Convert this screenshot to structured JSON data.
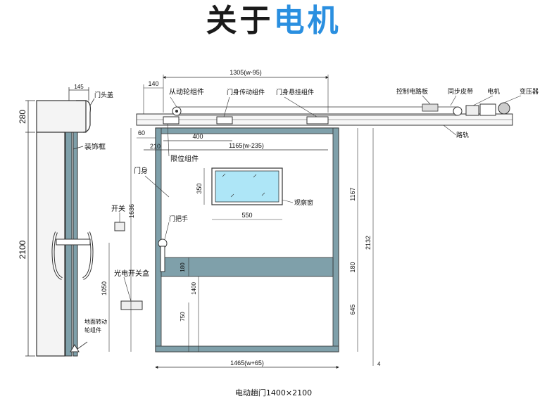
{
  "title": {
    "part1": "关于",
    "part2": "电机"
  },
  "title_colors": {
    "part1": "#1a1a1a",
    "part2": "#2a8fe0"
  },
  "labels": {
    "door_head_cover": "门头盖",
    "driven_wheel": "从动轮组件",
    "drive_assembly": "门身传动组件",
    "hanging_assembly": "门身悬挂组件",
    "control_board": "控制电路板",
    "sync_belt": "同步皮带",
    "motor": "电机",
    "transformer": "变压器",
    "rail": "路轨",
    "limit_assembly": "限位组件",
    "trim_frame": "装饰框",
    "door_body": "门身",
    "switch": "开关",
    "window": "观察窗",
    "handle": "门把手",
    "photo_switch_box": "光电开关盒",
    "floor_wheel_1": "地面转动",
    "floor_wheel_2": "轮组件"
  },
  "dimensions": {
    "d145": "145",
    "d280": "280",
    "d2100": "2100",
    "d1305": "1305(w-95)",
    "d140": "140",
    "d60": "60",
    "d400": "400",
    "d210": "210",
    "d1165": "1165(w-235)",
    "d350": "350",
    "d550": "550",
    "d1636": "1636",
    "d180a": "180",
    "d1400": "1400",
    "d750": "750",
    "d1050": "1050",
    "d1167": "1167",
    "d180b": "180",
    "d645": "645",
    "d2132": "2132",
    "d4": "4",
    "d1465": "1465(w+65)"
  },
  "caption": "电动趟门1400×2100"
}
